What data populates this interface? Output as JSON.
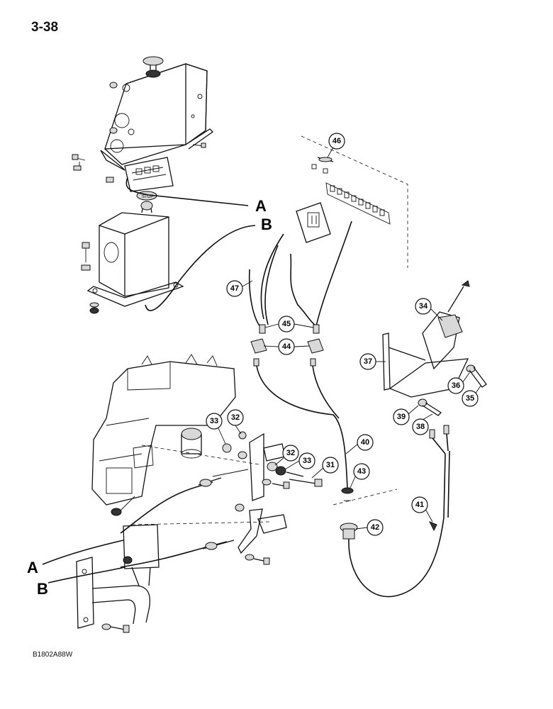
{
  "page": {
    "number": "3-38",
    "figure_code": "B1802A88W"
  },
  "cable_labels": [
    "A",
    "B"
  ],
  "knob_text": "STOP",
  "callouts": [
    "46",
    "47",
    "45",
    "44",
    "34",
    "37",
    "36",
    "35",
    "39",
    "38",
    "33",
    "32",
    "32",
    "33",
    "31",
    "40",
    "43",
    "41",
    "42"
  ]
}
